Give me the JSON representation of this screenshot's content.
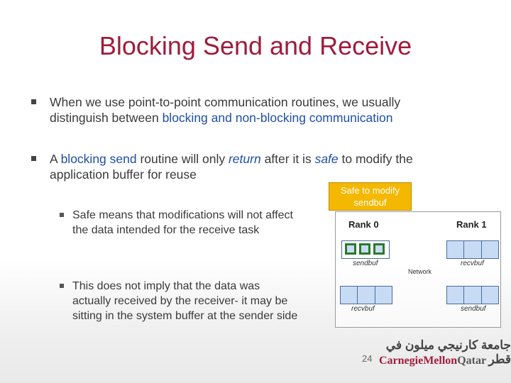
{
  "title": "Blocking Send and Receive",
  "bullets": [
    {
      "p1": "When we use point-to-point communication routines, we usually",
      "p2": "distinguish between ",
      "p3": "blocking and non-blocking communication"
    },
    {
      "p1": "A ",
      "p2": "blocking send",
      "p3": " routine will only ",
      "p4": "return",
      "p5": " after it is ",
      "p6": "safe",
      "p7": " to modify the",
      "p8": "application buffer for reuse"
    }
  ],
  "sub_bullets": [
    {
      "line1": "Safe means that modifications will not affect",
      "line2": "the data intended for the receive task"
    },
    {
      "line1": "This does not imply that the data was",
      "line2": "actually received by the receiver- it may be",
      "line3": "sitting in the system buffer at the sender side"
    }
  ],
  "callout": {
    "line1": "Safe to modify",
    "line2": "sendbuf",
    "color": "#f5b800"
  },
  "diagram": {
    "rank0": "Rank 0",
    "rank1": "Rank 1",
    "rank0_top_buffer": "sendbuf",
    "rank1_top_buffer": "recvbuf",
    "rank0_bottom_buffer": "recvbuf",
    "rank1_bottom_buffer": "sendbuf",
    "network": "Network"
  },
  "page_number": "24",
  "logo": {
    "arabic": "جامعة كارنيجي ميلون في قطر",
    "carnegie_mellon": "CarnegieMellon",
    "qatar": "Qatar"
  },
  "colors": {
    "title": "#a01c3c",
    "highlight_text": "#1f4fa8",
    "buffer_fill": "#c8dbf5",
    "safe_cell_border": "#2a7a2a"
  }
}
